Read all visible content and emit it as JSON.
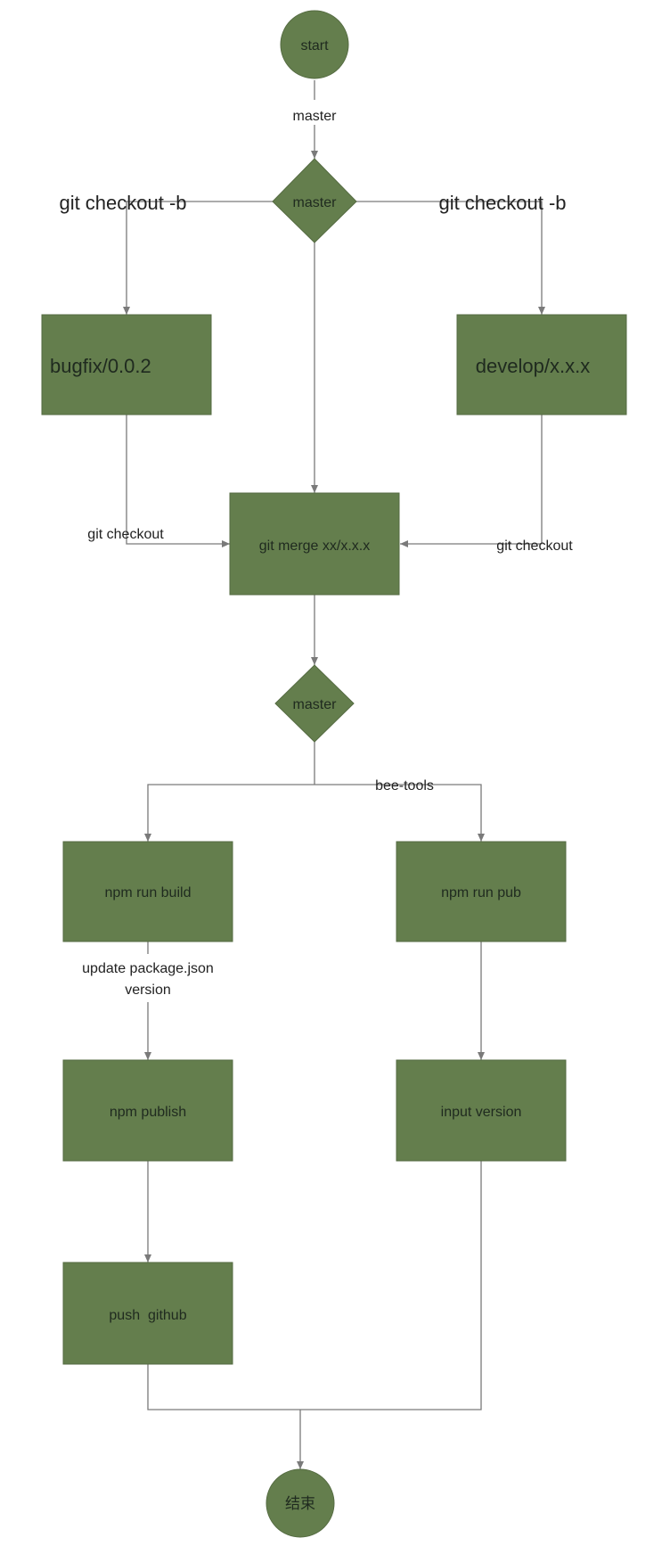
{
  "nodes": {
    "start": "start",
    "master_top": "master",
    "bugfix": "bugfix/0.0.2",
    "develop": "develop/x.x.x",
    "merge": "git merge xx/x.x.x",
    "master_mid": "master",
    "npm_build": "npm run build",
    "npm_pub": "npm run pub",
    "npm_publish": "npm publish",
    "input_version": "input version",
    "push_github": "push  github",
    "end": "结束"
  },
  "edges": {
    "start_to_master": "master",
    "checkout_left": "git checkout -b",
    "checkout_right": "git checkout -b",
    "bugfix_to_merge": "git checkout",
    "develop_to_merge": "git checkout",
    "bee_tools": "bee-tools",
    "update_package_line1": "update package.json",
    "update_package_line2": "version"
  },
  "colors": {
    "node_fill": "#647e4d",
    "line": "#7a7a7a"
  }
}
